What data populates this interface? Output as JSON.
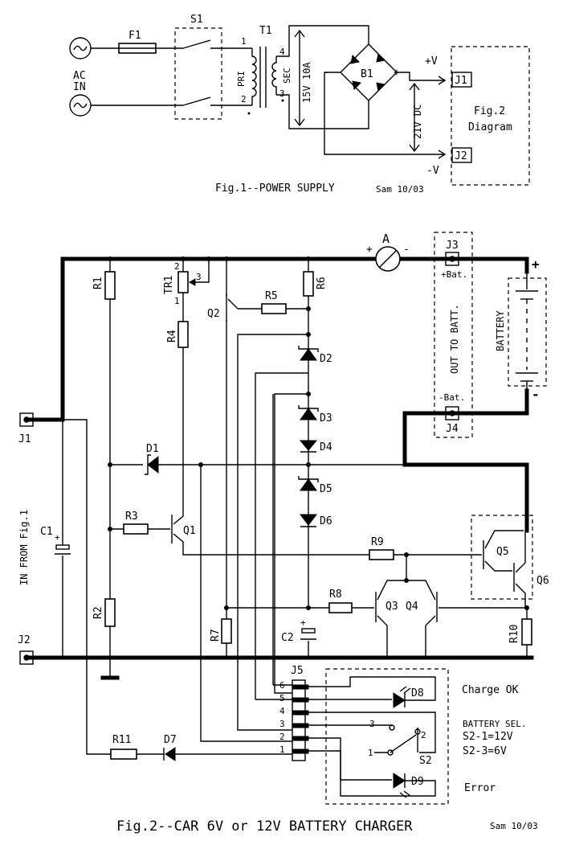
{
  "fig1": {
    "caption": "Fig.1--POWER SUPPLY",
    "credit": "Sam 10/03",
    "ac_in_line1": "AC",
    "ac_in_line2": "IN",
    "fuse": "F1",
    "switch": "S1",
    "transformer": "T1",
    "pri": "PRI",
    "sec": "SEC",
    "pin1": "1",
    "pin2": "2",
    "pin3": "3",
    "pin4": "4",
    "sec_voltage": "15V 10A",
    "bridge": "B1",
    "minus": "-",
    "plus": "+",
    "dc_voltage": "21V DC",
    "pos_v": "+V",
    "neg_v": "-V",
    "j1": "J1",
    "j2": "J2",
    "fig2_line1": "Fig.2",
    "fig2_line2": "Diagram"
  },
  "fig2": {
    "caption": "Fig.2--CAR 6V or 12V BATTERY CHARGER",
    "credit": "Sam 10/03",
    "j1": "J1",
    "j2": "J2",
    "j3": "J3",
    "j4": "J4",
    "j5": "J5",
    "in_from": "IN FROM Fig.1",
    "ammeter": "A",
    "plus": "+",
    "minus": "-",
    "pos_bat": "+Bat.",
    "neg_bat": "-Bat.",
    "out_to_batt": "OUT TO BATT.",
    "battery": "BATTERY",
    "r1": "R1",
    "r2": "R2",
    "r3": "R3",
    "r4": "R4",
    "r5": "R5",
    "r6": "R6",
    "r7": "R7",
    "r8": "R8",
    "r9": "R9",
    "r10": "R10",
    "r11": "R11",
    "tr1": "TR1",
    "tr1_pin1": "1",
    "tr1_pin2": "2",
    "tr1_pin3": "3",
    "c1": "C1",
    "c2": "C2",
    "d1": "D1",
    "d2": "D2",
    "d3": "D3",
    "d4": "D4",
    "d5": "D5",
    "d6": "D6",
    "d7": "D7",
    "d8": "D8",
    "d9": "D9",
    "q1": "Q1",
    "q2": "Q2",
    "q3": "Q3",
    "q4": "Q4",
    "q5": "Q5",
    "q6": "Q6",
    "j5_pins": [
      "6",
      "5",
      "4",
      "3",
      "2",
      "1"
    ],
    "s2": "S2",
    "s2_pin1": "1",
    "s2_pin2": "2",
    "s2_pin3": "3",
    "charge_ok": "Charge OK",
    "battery_sel": "BATTERY SEL.",
    "sel_12v": "S2-1=12V",
    "sel_6v": "S2-3=6V",
    "error": "Error"
  }
}
